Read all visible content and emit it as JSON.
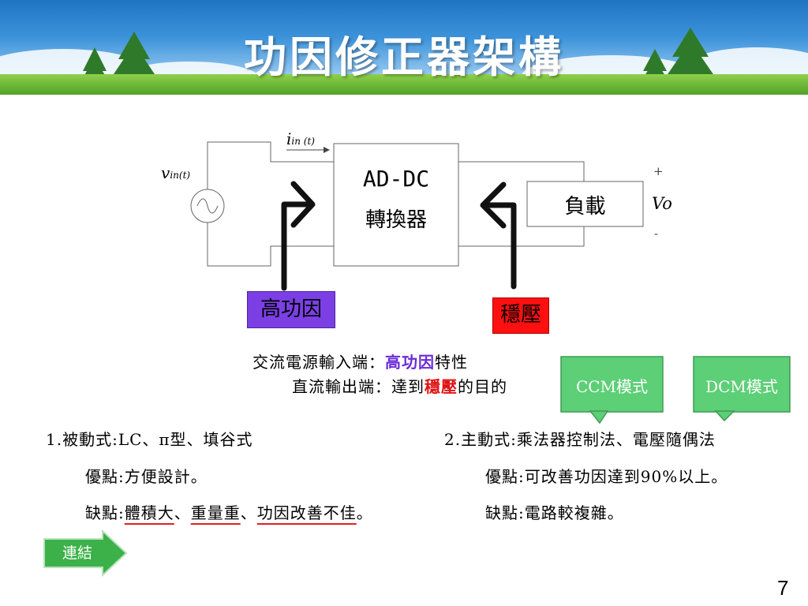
{
  "slide": {
    "title": "功因修正器架構",
    "page_number": "7"
  },
  "diagram": {
    "current_label_main": "i",
    "current_label_sub": "in",
    "current_label_arg": " (t)",
    "voltage_label_main": "v",
    "voltage_label_sub": "in",
    "voltage_label_arg": "(t)",
    "converter_line1": "AD-DC",
    "converter_line2": "轉換器",
    "load_label": "負載",
    "output_label": "Vo",
    "plus_sign": "+",
    "minus_sign": "-",
    "high_pf_tag": "高功因",
    "regulation_tag": "穩壓",
    "colors": {
      "purple": "#7b3fe4",
      "red": "#ff1010",
      "green": "#5dcf76"
    }
  },
  "description": {
    "line1_prefix": "交流電源輸入端：",
    "line1_highlight": "高功因",
    "line1_suffix": "特性",
    "line2_prefix": "直流輸出端：達到",
    "line2_highlight": "穩壓",
    "line2_suffix": "的目的"
  },
  "callouts": {
    "ccm": "CCM模式",
    "dcm": "DCM模式"
  },
  "passive": {
    "heading": "1.被動式:LC、π型、填谷式",
    "pros_label": "優點:",
    "pros_text": "方便設計。",
    "cons_label": "缺點:",
    "cons_item1": "體積大",
    "sep1": "、",
    "cons_item2": "重量重",
    "sep2": "、",
    "cons_item3": "功因改善不佳",
    "cons_end": "。"
  },
  "active": {
    "heading": "2.主動式:乘法器控制法、電壓隨偶法",
    "pros_label": "優點:",
    "pros_text": "可改善功因達到90%以上。",
    "cons_label": "缺點:",
    "cons_text": "電路較複雜。"
  },
  "link_button": {
    "label": "連結"
  }
}
